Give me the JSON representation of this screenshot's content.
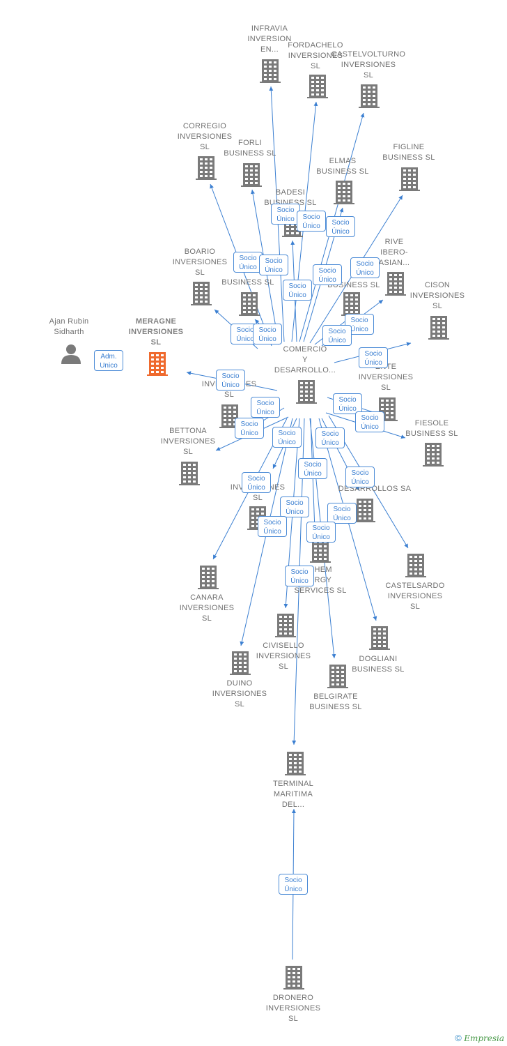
{
  "colors": {
    "edge": "#3b7fd1",
    "building_gray": "#7a7a7a",
    "building_main": "#ef6a2e",
    "person_gray": "#7a7a7a",
    "label_gray": "#707070"
  },
  "nodes": [
    {
      "id": "ajan",
      "kind": "person",
      "label_lines": [
        "Ajan Rubin",
        "Sidharth"
      ]
    },
    {
      "id": "meragne",
      "kind": "main",
      "label_lines": [
        "MERAGNE",
        "INVERSIONES",
        "SL"
      ]
    },
    {
      "id": "comercio",
      "kind": "company",
      "label_lines": [
        "COMERCIO",
        "Y",
        "DESARROLLO..."
      ]
    },
    {
      "id": "infravia",
      "kind": "company",
      "label_lines": [
        "INFRAVIA",
        "INVERSION",
        "EN..."
      ]
    },
    {
      "id": "fordachelo",
      "kind": "company",
      "label_lines": [
        "FORDACHELO",
        "INVERSIONES",
        "SL"
      ]
    },
    {
      "id": "castelvolturno",
      "kind": "company",
      "label_lines": [
        "CASTELVOLTURNO",
        "INVERSIONES",
        "SL"
      ]
    },
    {
      "id": "corregio",
      "kind": "company",
      "label_lines": [
        "CORREGIO",
        "INVERSIONES",
        "SL"
      ]
    },
    {
      "id": "forli",
      "kind": "company",
      "label_lines": [
        "FORLI",
        "BUSINESS  SL"
      ]
    },
    {
      "id": "elmas",
      "kind": "company",
      "label_lines": [
        "ELMAS",
        "BUSINESS  SL"
      ]
    },
    {
      "id": "figline",
      "kind": "company",
      "label_lines": [
        "FIGLINE",
        "BUSINESS  SL"
      ]
    },
    {
      "id": "badesi",
      "kind": "company",
      "label_lines": [
        "BADESI",
        "BUSINESS  SL"
      ]
    },
    {
      "id": "boario",
      "kind": "company",
      "label_lines": [
        "BOARIO",
        "INVERSIONES",
        "SL"
      ]
    },
    {
      "id": "business_a",
      "kind": "company",
      "label_lines": [
        "BUSINESS  SL"
      ]
    },
    {
      "id": "business_b",
      "kind": "company",
      "label_lines": [
        "BUSINESS  SL"
      ]
    },
    {
      "id": "rive",
      "kind": "company",
      "label_lines": [
        "RIVE",
        "IBERO-",
        "ASIAN..."
      ]
    },
    {
      "id": "cison",
      "kind": "company",
      "label_lines": [
        "CISON",
        "INVERSIONES",
        "SL"
      ]
    },
    {
      "id": "ente",
      "kind": "company",
      "label_lines": [
        "ENTE",
        "INVERSIONES",
        "SL"
      ]
    },
    {
      "id": "inversiones_l",
      "kind": "company",
      "label_lines": [
        "INVERSIONES",
        "SL"
      ]
    },
    {
      "id": "bettona",
      "kind": "company",
      "label_lines": [
        "BETTONA",
        "INVERSIONES",
        "SL"
      ]
    },
    {
      "id": "fiesole",
      "kind": "company",
      "label_lines": [
        "FIESOLE",
        "BUSINESS  SL"
      ]
    },
    {
      "id": "inversiones_c",
      "kind": "company",
      "label_lines": [
        "INVERSIONES",
        "SL"
      ]
    },
    {
      "id": "desarrollos",
      "kind": "company",
      "label_lines": [
        "DESARROLLOS SA"
      ]
    },
    {
      "id": "chem",
      "kind": "company",
      "label_lines": [
        "CHEM",
        "ERGY",
        "SERVICES  SL"
      ]
    },
    {
      "id": "castelsardo",
      "kind": "company",
      "label_lines": [
        "CASTELSARDO",
        "INVERSIONES",
        "SL"
      ]
    },
    {
      "id": "canara",
      "kind": "company",
      "label_lines": [
        "CANARA",
        "INVERSIONES",
        "SL"
      ]
    },
    {
      "id": "civisello",
      "kind": "company",
      "label_lines": [
        "CIVISELLO",
        "INVERSIONES",
        "SL"
      ]
    },
    {
      "id": "dogliani",
      "kind": "company",
      "label_lines": [
        "DOGLIANI",
        "BUSINESS  SL"
      ]
    },
    {
      "id": "duino",
      "kind": "company",
      "label_lines": [
        "DUINO",
        "INVERSIONES",
        "SL"
      ]
    },
    {
      "id": "belgirate",
      "kind": "company",
      "label_lines": [
        "BELGIRATE",
        "BUSINESS  SL"
      ]
    },
    {
      "id": "terminal",
      "kind": "company",
      "label_lines": [
        "TERMINAL",
        "MARITIMA",
        "DEL..."
      ]
    },
    {
      "id": "dronero",
      "kind": "company",
      "label_lines": [
        "DRONERO",
        "INVERSIONES",
        "SL"
      ]
    }
  ],
  "edges": [
    {
      "from": "ajan",
      "to": "meragne",
      "label_lines": [
        "Adm.",
        "Unico"
      ]
    },
    {
      "from": "comercio",
      "to": "infravia",
      "label_lines": [
        "Socio",
        "Único"
      ]
    },
    {
      "from": "comercio",
      "to": "fordachelo",
      "label_lines": [
        "Socio",
        "Único"
      ]
    },
    {
      "from": "comercio",
      "to": "castelvolturno",
      "label_lines": [
        "Socio",
        "Único"
      ]
    },
    {
      "from": "comercio",
      "to": "corregio",
      "label_lines": [
        "Socio",
        "Único"
      ]
    },
    {
      "from": "comercio",
      "to": "forli",
      "label_lines": [
        "Socio",
        "Único"
      ]
    },
    {
      "from": "comercio",
      "to": "elmas",
      "label_lines": [
        "Socio",
        "Único"
      ]
    },
    {
      "from": "comercio",
      "to": "figline",
      "label_lines": [
        "Socio",
        "Único"
      ]
    },
    {
      "from": "comercio",
      "to": "badesi",
      "label_lines": [
        "Socio",
        "Único"
      ]
    },
    {
      "from": "comercio",
      "to": "boario",
      "label_lines": [
        "Socio",
        "Único"
      ]
    },
    {
      "from": "comercio",
      "to": "business_a",
      "label_lines": [
        "Socio",
        "Único"
      ]
    },
    {
      "from": "comercio",
      "to": "business_b",
      "label_lines": [
        "Socio",
        "Único"
      ]
    },
    {
      "from": "comercio",
      "to": "rive",
      "label_lines": [
        "Socio",
        "Único"
      ]
    },
    {
      "from": "comercio",
      "to": "cison",
      "label_lines": [
        "Socio",
        "Único"
      ]
    },
    {
      "from": "comercio",
      "to": "ente",
      "label_lines": [
        "Socio",
        "Único"
      ]
    },
    {
      "from": "comercio",
      "to": "meragne",
      "label_lines": [
        "Socio",
        "Único"
      ]
    },
    {
      "from": "comercio",
      "to": "inversiones_l",
      "label_lines": [
        "Socio",
        "Único"
      ]
    },
    {
      "from": "comercio",
      "to": "bettona",
      "label_lines": [
        "Socio",
        "Único"
      ]
    },
    {
      "from": "comercio",
      "to": "fiesole",
      "label_lines": [
        "Socio",
        "Único"
      ]
    },
    {
      "from": "comercio",
      "to": "inversiones_c",
      "label_lines": [
        "Socio",
        "Único"
      ]
    },
    {
      "from": "comercio",
      "to": "desarrollos",
      "label_lines": [
        "Socio",
        "Único"
      ]
    },
    {
      "from": "comercio",
      "to": "chem",
      "label_lines": [
        "Socio",
        "Único"
      ]
    },
    {
      "from": "comercio",
      "to": "castelsardo",
      "label_lines": [
        "Socio",
        "Único"
      ]
    },
    {
      "from": "comercio",
      "to": "canara",
      "label_lines": [
        "Socio",
        "Único"
      ]
    },
    {
      "from": "comercio",
      "to": "civisello",
      "label_lines": [
        "Socio",
        "Único"
      ]
    },
    {
      "from": "comercio",
      "to": "dogliani",
      "label_lines": [
        "Socio",
        "Único"
      ]
    },
    {
      "from": "comercio",
      "to": "duino",
      "label_lines": [
        "Socio",
        "Único"
      ]
    },
    {
      "from": "comercio",
      "to": "belgirate",
      "label_lines": [
        "Socio",
        "Único"
      ]
    },
    {
      "from": "comercio",
      "to": "terminal",
      "label_lines": [
        "Socio",
        "Único"
      ]
    },
    {
      "from": "dronero",
      "to": "terminal",
      "label_lines": [
        "Socio",
        "Único"
      ]
    }
  ],
  "footer": {
    "copyright_symbol": "©",
    "brand": "Empresia"
  }
}
